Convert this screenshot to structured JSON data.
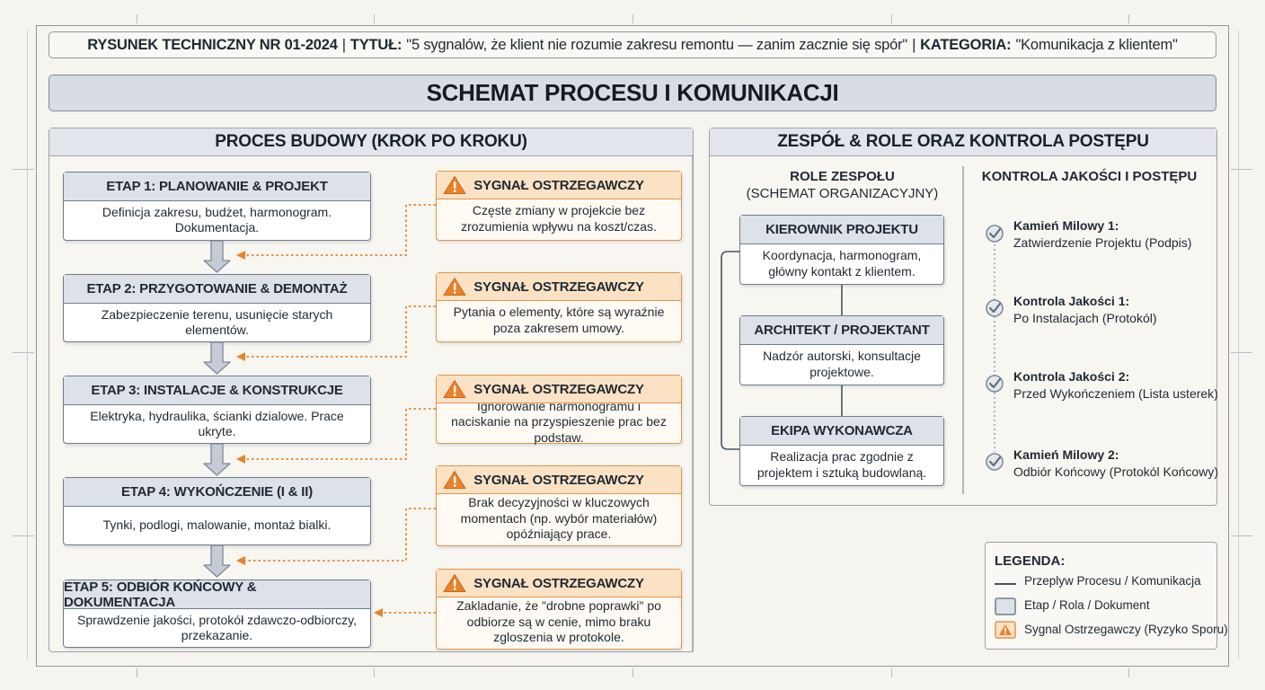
{
  "title_block": {
    "drawing_label": "RYSUNEK TECHNICZNY NR 01-2024",
    "title_label": "TYTUŁ:",
    "title_value": "\"5 sygnalów, że klient nie rozumie zakresu remontu — zanim zacznie się spór\"",
    "category_label": "KATEGORIA:",
    "category_value": "\"Komunikacja z klientem\"",
    "separator": "|"
  },
  "main_header": "SCHEMAT PROCESU I KOMUNIKACJI",
  "process_panel": {
    "title": "PROCES BUDOWY (KROK PO KROKU)",
    "stages": [
      {
        "title": "ETAP 1: PLANOWANIE & PROJEKT",
        "desc": "Definicja zakresu, budżet, harmonogram. Dokumentacja."
      },
      {
        "title": "ETAP 2: PRZYGOTOWANIE & DEMONTAŻ",
        "desc": "Zabezpieczenie terenu, usunięcie starych elementów."
      },
      {
        "title": "ETAP 3: INSTALACJE & KONSTRUKCJE",
        "desc": "Elektryka, hydraulika, ścianki dzialowe. Prace ukryte."
      },
      {
        "title": "ETAP 4: WYKOŃCZENIE (I & II)",
        "desc": "Tynki, podlogi, malowanie, montaż bialki."
      },
      {
        "title": "ETAP 5: ODBIÓR KOŃCOWY & DOKUMENTACJA",
        "desc": "Sprawdzenie jakości, protokół zdawczo-odbiorczy, przekazanie."
      }
    ],
    "warnings": [
      {
        "title": "SYGNAŁ OSTRZEGAWCZY",
        "desc": "Częste zmiany w projekcie bez zrozumienia wpływu na koszt/czas."
      },
      {
        "title": "SYGNAŁ OSTRZEGAWCZY",
        "desc": "Pytania o elementy, które są wyraźnie poza zakresem umowy."
      },
      {
        "title": "SYGNAŁ OSTRZEGAWCZY",
        "desc": "Ignorowanie harmonogramu i naciskanie na przyspieszenie prac bez podstaw."
      },
      {
        "title": "SYGNAŁ OSTRZEGAWCZY",
        "desc": "Brak decyzyjności w kluczowych momentach (np. wybór materiałów) opóźniający prace."
      },
      {
        "title": "SYGNAŁ OSTRZEGAWCZY",
        "desc": "Zakladanie, że \"drobne poprawki\" po odbiorze są w cenie, mimo braku zgloszenia w protokole."
      }
    ]
  },
  "team_panel": {
    "title": "ZESPÓŁ & ROLE ORAZ KONTROLA POSTĘPU",
    "roles_heading": "ROLE ZESPOŁU",
    "roles_subheading": "(SCHEMAT ORGANIZACYJNY)",
    "roles": [
      {
        "title": "KIEROWNIK PROJEKTU",
        "desc": "Koordynacja, harmonogram, główny kontakt z klientem."
      },
      {
        "title": "ARCHITEKT / PROJEKTANT",
        "desc": "Nadzór autorski, konsultacje projektowe."
      },
      {
        "title": "EKIPA WYKONAWCZA",
        "desc": "Realizacja prac zgodnie z projektem i sztuką budowlaną."
      }
    ],
    "qc_heading": "KONTROLA JAKOŚCI I POSTĘPU",
    "qc_items": [
      {
        "title": "Kamień Milowy 1:",
        "desc": "Zatwierdzenie Projektu (Podpis)"
      },
      {
        "title": "Kontrola Jakości 1:",
        "desc": "Po Instalacjach (Protokól)"
      },
      {
        "title": "Kontrola Jakości 2:",
        "desc": "Przed Wykończeniem (Lista usterek)"
      },
      {
        "title": "Kamień Milowy 2:",
        "desc": "Odbiór Końcowy (Protokól Końcowy)"
      }
    ]
  },
  "legend": {
    "title": "LEGENDA:",
    "items": [
      {
        "label": "Przeplyw Procesu / Komunikacja",
        "icon": "line-icon"
      },
      {
        "label": "Etap / Rola / Dokument",
        "icon": "box-icon"
      },
      {
        "label": "Sygnal Ostrzegawczy (Ryzyko Sporu)",
        "icon": "warning-icon"
      }
    ]
  },
  "colors": {
    "stage_header": "#dde2e8",
    "stage_border": "#6e7d8d",
    "warning_border": "#e0964a",
    "warning_header": "#fbe2c4",
    "warning_icon": "#e8832a",
    "arrow": "#c5ccd5",
    "check": "#7e8c9a"
  }
}
